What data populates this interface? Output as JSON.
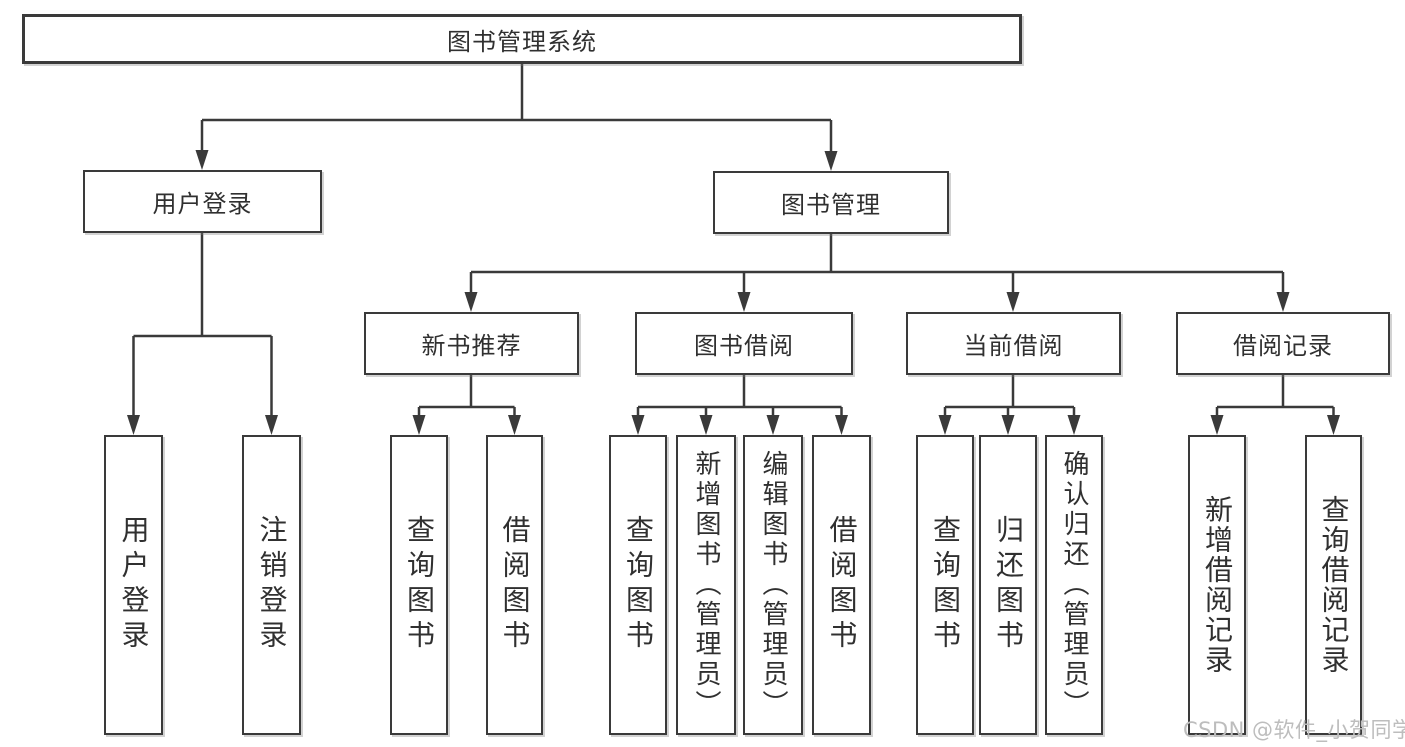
{
  "diagram": {
    "root": {
      "label": "图书管理系统"
    },
    "level2": [
      {
        "label": "用户登录"
      },
      {
        "label": "图书管理"
      }
    ],
    "level3": [
      {
        "label": "新书推荐",
        "parent": "图书管理"
      },
      {
        "label": "图书借阅",
        "parent": "图书管理"
      },
      {
        "label": "当前借阅",
        "parent": "图书管理"
      },
      {
        "label": "借阅记录",
        "parent": "图书管理"
      }
    ],
    "leaves": [
      {
        "label": "用户登录",
        "parent": "用户登录"
      },
      {
        "label": "注销登录",
        "parent": "用户登录"
      },
      {
        "label": "查询图书",
        "parent": "新书推荐"
      },
      {
        "label": "借阅图书",
        "parent": "新书推荐"
      },
      {
        "label": "查询图书",
        "parent": "图书借阅"
      },
      {
        "label": "新增图书（管理员）",
        "parent": "图书借阅"
      },
      {
        "label": "编辑图书（管理员）",
        "parent": "图书借阅"
      },
      {
        "label": "借阅图书",
        "parent": "图书借阅"
      },
      {
        "label": "查询图书",
        "parent": "当前借阅"
      },
      {
        "label": "归还图书",
        "parent": "当前借阅"
      },
      {
        "label": "确认归还（管理员）",
        "parent": "当前借阅"
      },
      {
        "label": "新增借阅记录",
        "parent": "借阅记录"
      },
      {
        "label": "查询借阅记录",
        "parent": "借阅记录"
      }
    ]
  },
  "watermark": {
    "text": "CSDN @软件_小贺同学",
    "color": "#bdbdbd"
  },
  "colors": {
    "line": "#3a3a3a",
    "box_border": "#3a3a3a",
    "text": "#303030",
    "background": "#ffffff"
  }
}
